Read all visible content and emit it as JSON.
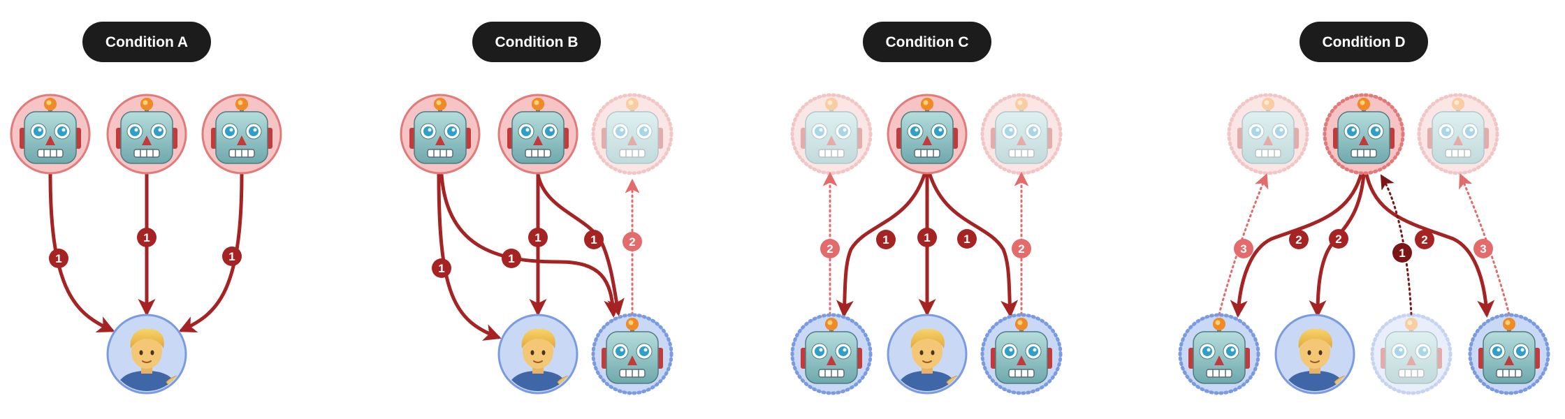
{
  "diagram": {
    "colors": {
      "pill": "#1c1c1c",
      "arrow_solid": "#a62323",
      "arrow_dotted": "#e46b6b",
      "arrow_dark_dotted": "#7a1616",
      "badge_solid": "#a62323",
      "badge_dotted": "#e46b6b",
      "bot_ring": "#e27a7a",
      "bot_fill": "#f6c4c4",
      "user_ring": "#7b9be0",
      "user_fill": "#c9d8f5"
    },
    "panels": [
      {
        "title": "Condition A",
        "nodes": [
          {
            "id": "a1",
            "kind": "bot-source",
            "ghost": false,
            "dashed": false
          },
          {
            "id": "a2",
            "kind": "bot-source",
            "ghost": false,
            "dashed": false
          },
          {
            "id": "a3",
            "kind": "bot-source",
            "ghost": false,
            "dashed": false
          },
          {
            "id": "a4",
            "kind": "human",
            "ghost": false,
            "dashed": false
          }
        ],
        "edges": [
          {
            "from": "a1",
            "to": "a4",
            "label": "1",
            "style": "solid"
          },
          {
            "from": "a2",
            "to": "a4",
            "label": "1",
            "style": "solid"
          },
          {
            "from": "a3",
            "to": "a4",
            "label": "1",
            "style": "solid"
          }
        ]
      },
      {
        "title": "Condition B",
        "nodes": [
          {
            "id": "b1",
            "kind": "bot-source",
            "ghost": false,
            "dashed": false
          },
          {
            "id": "b2",
            "kind": "bot-source",
            "ghost": false,
            "dashed": false
          },
          {
            "id": "b3",
            "kind": "bot-source",
            "ghost": true,
            "dashed": true
          },
          {
            "id": "b4",
            "kind": "human",
            "ghost": false,
            "dashed": false
          },
          {
            "id": "b5",
            "kind": "bot-target",
            "ghost": false,
            "dashed": true
          }
        ],
        "edges": [
          {
            "from": "b1",
            "to": "b4",
            "label": "1",
            "style": "solid"
          },
          {
            "from": "b1",
            "to": "b5",
            "label": "1",
            "style": "solid"
          },
          {
            "from": "b2",
            "to": "b4",
            "label": "1",
            "style": "solid"
          },
          {
            "from": "b2",
            "to": "b5",
            "label": "1",
            "style": "solid"
          },
          {
            "from": "b5",
            "to": "b3",
            "label": "2",
            "style": "dotted"
          }
        ]
      },
      {
        "title": "Condition C",
        "nodes": [
          {
            "id": "c1",
            "kind": "bot-source",
            "ghost": true,
            "dashed": true
          },
          {
            "id": "c2",
            "kind": "bot-source",
            "ghost": false,
            "dashed": false
          },
          {
            "id": "c3",
            "kind": "bot-source",
            "ghost": true,
            "dashed": true
          },
          {
            "id": "c4",
            "kind": "bot-target",
            "ghost": false,
            "dashed": true
          },
          {
            "id": "c5",
            "kind": "human",
            "ghost": false,
            "dashed": false
          },
          {
            "id": "c6",
            "kind": "bot-target",
            "ghost": false,
            "dashed": true
          }
        ],
        "edges": [
          {
            "from": "c2",
            "to": "c4",
            "label": "1",
            "style": "solid"
          },
          {
            "from": "c2",
            "to": "c5",
            "label": "1",
            "style": "solid"
          },
          {
            "from": "c2",
            "to": "c6",
            "label": "1",
            "style": "solid"
          },
          {
            "from": "c4",
            "to": "c1",
            "label": "2",
            "style": "dotted"
          },
          {
            "from": "c6",
            "to": "c3",
            "label": "2",
            "style": "dotted"
          }
        ]
      },
      {
        "title": "Condition D",
        "nodes": [
          {
            "id": "d1",
            "kind": "bot-source",
            "ghost": true,
            "dashed": true
          },
          {
            "id": "d2",
            "kind": "bot-source",
            "ghost": false,
            "dashed": true
          },
          {
            "id": "d3",
            "kind": "bot-source",
            "ghost": true,
            "dashed": true
          },
          {
            "id": "d4",
            "kind": "bot-target",
            "ghost": false,
            "dashed": true
          },
          {
            "id": "d5",
            "kind": "human",
            "ghost": false,
            "dashed": false
          },
          {
            "id": "d6",
            "kind": "bot-target",
            "ghost": true,
            "dashed": true
          },
          {
            "id": "d7",
            "kind": "bot-target",
            "ghost": false,
            "dashed": true
          }
        ],
        "edges": [
          {
            "from": "d2",
            "to": "d4",
            "label": "2",
            "style": "solid"
          },
          {
            "from": "d2",
            "to": "d5",
            "label": "2",
            "style": "solid"
          },
          {
            "from": "d2",
            "to": "d7",
            "label": "2",
            "style": "solid"
          },
          {
            "from": "d6",
            "to": "d2",
            "label": "1",
            "style": "dark-dotted"
          },
          {
            "from": "d4",
            "to": "d1",
            "label": "3",
            "style": "dotted"
          },
          {
            "from": "d7",
            "to": "d3",
            "label": "3",
            "style": "dotted"
          }
        ]
      }
    ]
  }
}
